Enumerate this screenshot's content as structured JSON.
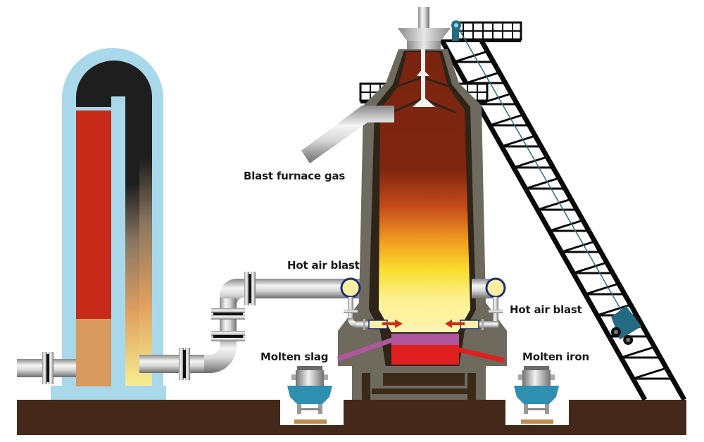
{
  "diagram": {
    "subject": "Blast furnace process",
    "labels": {
      "blast_furnace_gas": "Blast furnace gas",
      "hot_air_blast_left": "Hot air blast",
      "hot_air_blast_right": "Hot air blast",
      "molten_slag": "Molten slag",
      "molten_iron": "Molten iron"
    },
    "components": [
      "hot-blast-stove",
      "hot-air-pipe",
      "blast-furnace",
      "furnace-gas-outlet-pipe",
      "skip-hoist-incline",
      "skip-car",
      "tuyere-left",
      "tuyere-right",
      "slag-ladle-car",
      "iron-ladle-car",
      "ground"
    ],
    "colors": {
      "stove_shell": "#a8d8ea",
      "stove_hot_zone": "#c72a18",
      "stove_warm_zone": "#d99a60",
      "stove_flue_dark": "#1e1e1e",
      "furnace_wall": "#6e6a5e",
      "furnace_lining": "#2e2418",
      "furnace_top_burden": "#7a2410",
      "furnace_hot_core": "#fff3a0",
      "molten_slag": "#b0569e",
      "molten_iron": "#e02020",
      "ground": "#44291a",
      "pipe": "#c8c8c8",
      "ladle_car": "#2f8fb0",
      "skip_car": "#246a80",
      "arrow": "#d42a1a",
      "tuyere_ring": "#1f2d7a"
    }
  }
}
